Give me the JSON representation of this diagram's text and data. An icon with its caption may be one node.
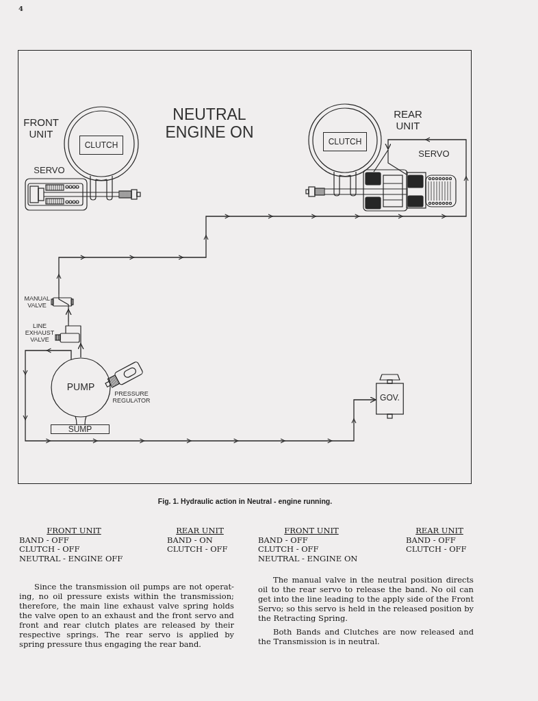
{
  "diagram": {
    "title": "NEUTRAL ENGINE ON",
    "caption": "Fig. 1. Hydraulic action in Neutral - engine running.",
    "nodes": [
      {
        "text": [],
        "shape": "circle"
      },
      {
        "text": [
          "CLUTCH"
        ],
        "in": 0
      },
      {
        "text": [
          "SERVO"
        ]
      },
      {
        "text": [],
        "shape": "circle"
      },
      {
        "text": [
          "CLUTCH"
        ],
        "in": 3
      },
      {
        "text": [
          "SERVO"
        ]
      },
      {
        "text": [
          "MANUAL VALVE"
        ]
      },
      {
        "text": [
          "LINE EXHAUST VALVE"
        ]
      },
      {
        "text": [
          "PUMP"
        ]
      },
      {
        "text": [
          "PRESSURE REGULATOR"
        ]
      },
      {
        "text": [
          "SUMP"
        ]
      },
      {
        "text": [
          "GOV."
        ]
      }
    ],
    "edges": [
      {
        "from": 8,
        "to": 7,
        "arrow": "to"
      },
      {
        "from": 7,
        "to": 6,
        "arrow": "to"
      },
      {
        "from": 6,
        "to": 5,
        "arrow": "to"
      },
      {
        "from": 8,
        "to": 11,
        "arrow": "to"
      }
    ],
    "labels": [
      "4",
      "FRONT UNIT",
      "REAR UNIT",
      "FRONT UNIT",
      "REAR UNIT",
      "BAND - OFF",
      "BAND - ON",
      "CLUTCH - OFF",
      "CLUTCH - OFF",
      "NEUTRAL - ENGINE OFF",
      "Since the transmission oil pumps are not operat-ing, no oil pressure exists within the transmission; therefore, the main line exhaust valve spring holds the valve open to an exhaust and the front servo and front and rear clutch plates are released by their respective springs. The rear servo is applied by spring pressure thus engaging the rear band.",
      "FRONT UNIT",
      "REAR UNIT",
      "BAND - OFF",
      "BAND - OFF",
      "CLUTCH - OFF",
      "CLUTCH - OFF",
      "NEUTRAL - ENGINE ON",
      "The manual valve in the neutral position directs oil to the rear servo to release the band. No oil can get into the line leading to the apply side of the Front Servo; so this servo is held in the released position by the Retracting Spring.",
      "Both Bands and Clutches are now released and the Transmission is in neutral."
    ]
  }
}
